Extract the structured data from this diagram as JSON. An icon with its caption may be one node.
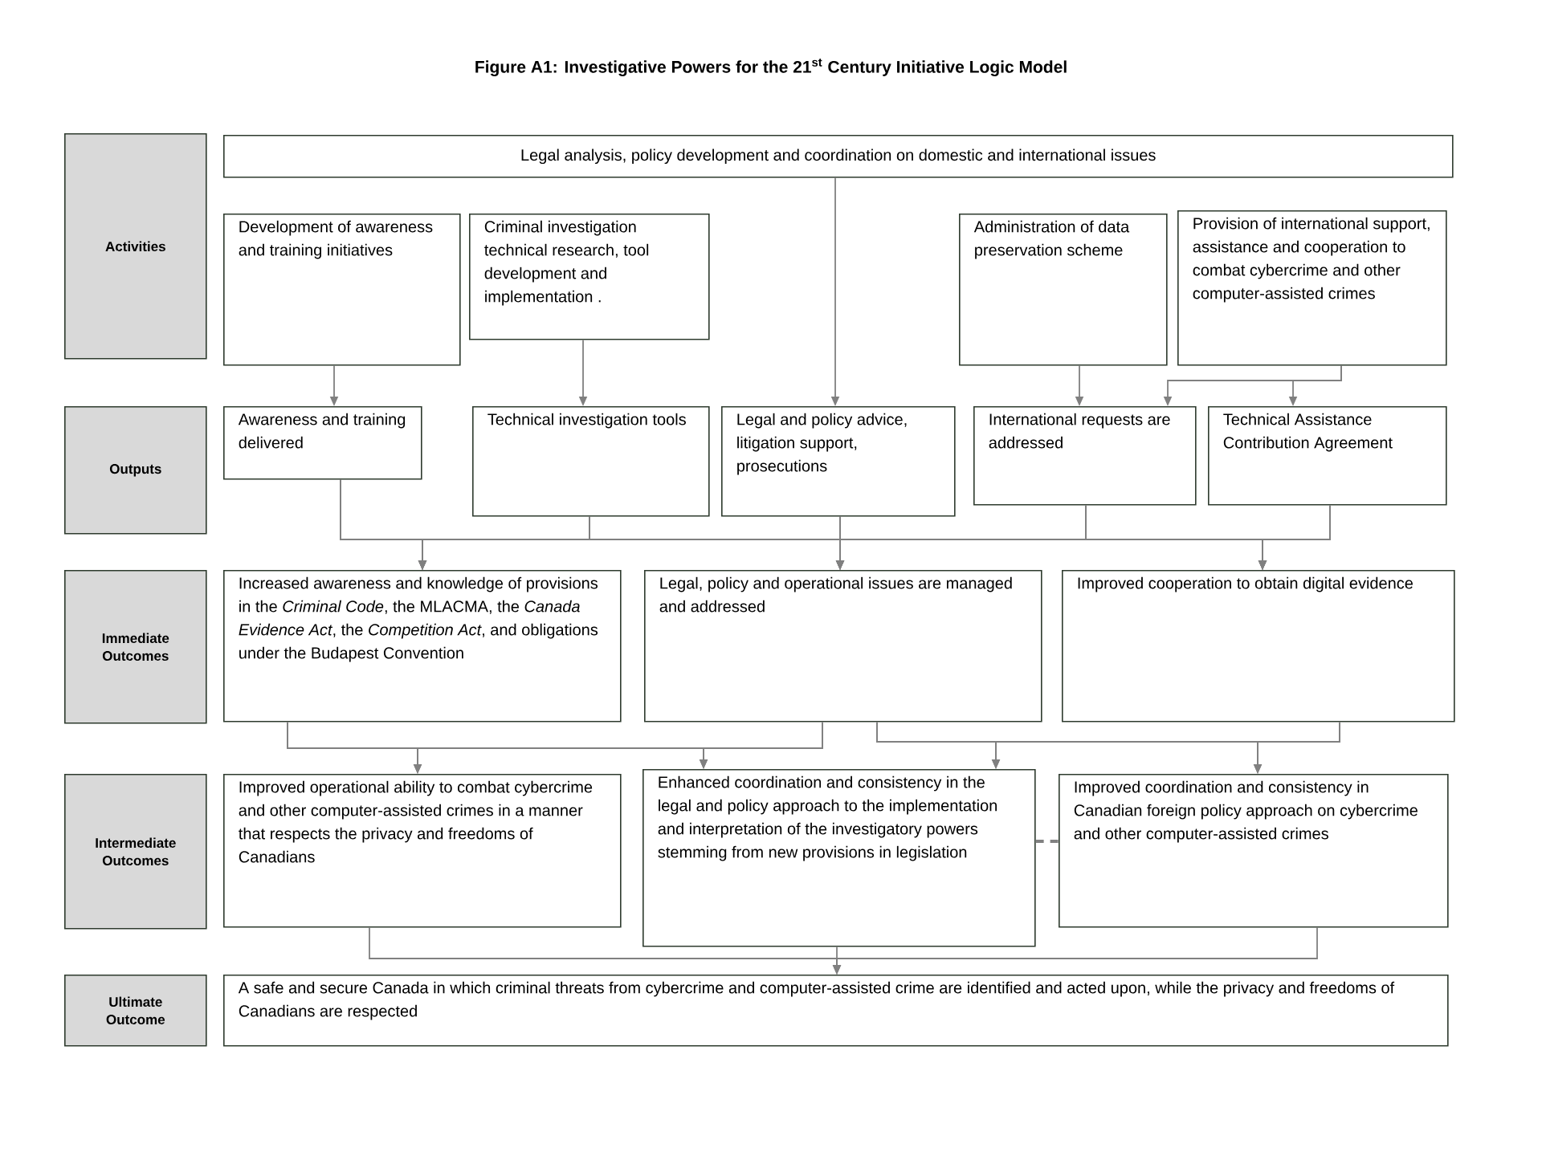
{
  "diagram": {
    "title": "Figure A1: Investigative Powers for the 21$^{st}$ Century Initiative Logic Model",
    "nodes": [
      {
        "text": [
          "Activities"
        ]
      },
      {
        "text": [
          "Legal analysis, policy development and coordination on domestic and international issues"
        ]
      },
      {
        "text": [
          "Development of awareness and training initiatives"
        ]
      },
      {
        "text": [
          "Criminal investigation technical research, tool development and implementation ."
        ]
      },
      {
        "text": [
          "Administration of data preservation scheme"
        ]
      },
      {
        "text": [
          "Provision of international support, assistance and cooperation to combat cybercrime and other computer-assisted crimes"
        ]
      },
      {
        "text": [
          "Outputs"
        ]
      },
      {
        "text": [
          "Awareness and training delivered"
        ]
      },
      {
        "text": [
          "Technical investigation tools"
        ]
      },
      {
        "text": [
          "Legal and policy advice, litigation support, prosecutions"
        ]
      },
      {
        "text": [
          "International requests are addressed"
        ]
      },
      {
        "text": [
          "Technical Assistance Contribution Agreement"
        ]
      },
      {
        "text": [
          "Immediate Outcomes"
        ]
      },
      {
        "text": [
          "Increased awareness and knowledge of provisions in the *Criminal Code*, the MLACMA, the *Canada Evidence Act*, the *Competition Act*, and obligations under the Budapest Convention"
        ]
      },
      {
        "text": [
          "Legal, policy and operational issues are managed and addressed"
        ]
      },
      {
        "text": [
          "Improved cooperation to obtain digital evidence"
        ]
      },
      {
        "text": [
          "Intermediate Outcomes"
        ]
      },
      {
        "text": [
          "Improved operational ability to combat cybercrime and other computer-assisted crimes in a manner that respects the privacy and freedoms of Canadians"
        ]
      },
      {
        "text": [
          "Enhanced coordination and consistency in the legal and policy approach to the implementation and interpretation of the investigatory powers stemming from new provisions in legislation"
        ]
      },
      {
        "text": [
          "Improved coordination and consistency in Canadian foreign policy approach on cybercrime and other computer-assisted crimes"
        ]
      },
      {
        "text": [
          "Ultimate Outcome"
        ]
      },
      {
        "text": [
          "A safe and secure Canada in which criminal threats from cybercrime and computer-assisted crime are identified and acted upon, while the privacy and freedoms of Canadians are respected"
        ]
      }
    ],
    "edges": [
      {
        "from": 2,
        "to": 7,
        "arrow": "to"
      },
      {
        "from": 3,
        "to": 8,
        "arrow": "to"
      },
      {
        "from": 1,
        "to": 9,
        "arrow": "to"
      },
      {
        "from": 4,
        "to": 10,
        "arrow": "to"
      },
      {
        "from": 5,
        "to": 10,
        "arrow": "to"
      },
      {
        "from": 5,
        "to": 11,
        "arrow": "to"
      },
      {
        "from": 7,
        "to": 13,
        "arrow": "to"
      },
      {
        "from": 7,
        "to": 14,
        "arrow": "to"
      },
      {
        "from": 7,
        "to": 15,
        "arrow": "to"
      },
      {
        "from": 8,
        "to": 13,
        "arrow": "to"
      },
      {
        "from": 8,
        "to": 14,
        "arrow": "to"
      },
      {
        "from": 8,
        "to": 15,
        "arrow": "to"
      },
      {
        "from": 9,
        "to": 13,
        "arrow": "to"
      },
      {
        "from": 9,
        "to": 14,
        "arrow": "to"
      },
      {
        "from": 9,
        "to": 15,
        "arrow": "to"
      },
      {
        "from": 10,
        "to": 13,
        "arrow": "to"
      },
      {
        "from": 10,
        "to": 14,
        "arrow": "to"
      },
      {
        "from": 10,
        "to": 15,
        "arrow": "to"
      },
      {
        "from": 11,
        "to": 13,
        "arrow": "to"
      },
      {
        "from": 11,
        "to": 14,
        "arrow": "to"
      },
      {
        "from": 11,
        "to": 15,
        "arrow": "to"
      },
      {
        "from": 13,
        "to": 17,
        "arrow": "to"
      },
      {
        "from": 13,
        "to": 18,
        "arrow": "to"
      },
      {
        "from": 14,
        "to": 17,
        "arrow": "to"
      },
      {
        "from": 14,
        "to": 18,
        "arrow": "to"
      },
      {
        "from": 14,
        "to": 18,
        "arrow": "to"
      },
      {
        "from": 14,
        "to": 19,
        "arrow": "to"
      },
      {
        "from": 15,
        "to": 18,
        "arrow": "to"
      },
      {
        "from": 15,
        "to": 19,
        "arrow": "to"
      },
      {
        "from": 18,
        "to": 19,
        "arrow": "none",
        "style": "dashed"
      },
      {
        "from": 17,
        "to": 21,
        "arrow": "to"
      },
      {
        "from": 18,
        "to": 21,
        "arrow": "to"
      },
      {
        "from": 19,
        "to": 21,
        "arrow": "to"
      }
    ]
  }
}
